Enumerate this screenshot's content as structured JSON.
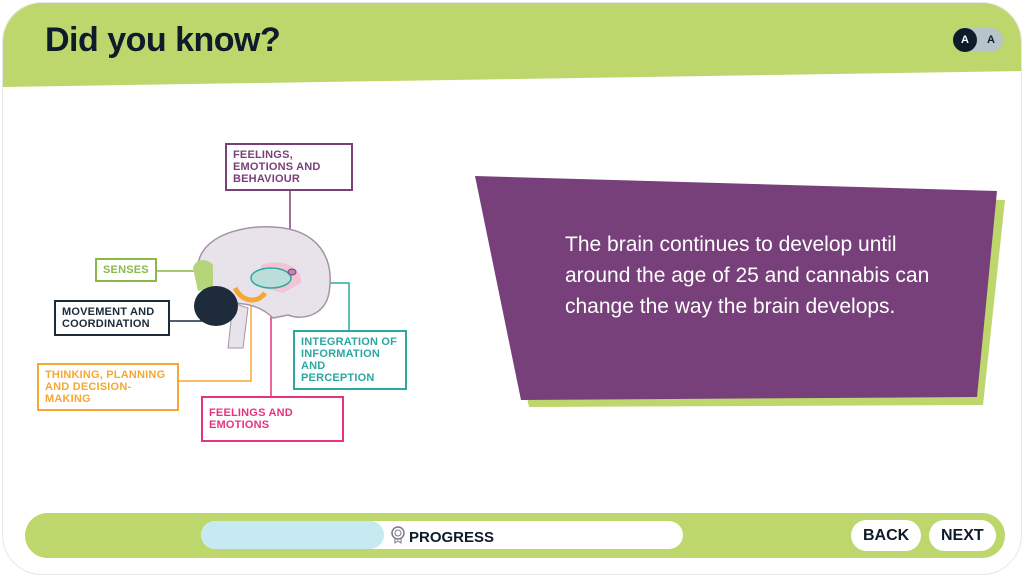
{
  "header": {
    "title": "Did you know?",
    "text_size_toggle": {
      "large": "A",
      "small": "A"
    }
  },
  "diagram": {
    "labels": {
      "feelings_behaviour": "FEELINGS, EMOTIONS AND BEHAVIOUR",
      "senses": "SENSES",
      "movement": "MOVEMENT AND COORDINATION",
      "thinking": "THINKING, PLANNING AND DECISION-MAKING",
      "feelings_emotions": "FEELINGS AND EMOTIONS",
      "integration": "INTEGRATION OF INFORMATION AND PERCEPTION"
    },
    "colors": {
      "purple": "#7a3f79",
      "green": "#8cb84a",
      "navy": "#1d2b3a",
      "orange": "#f5a733",
      "pink": "#e5347f",
      "teal": "#2aa8a0"
    }
  },
  "fact": {
    "text": "The brain continues to develop until around the age of 25 and cannabis can change the way the brain develops.",
    "bg": "#77407a",
    "shadow": "#bdd76d"
  },
  "footer": {
    "progress_label": "PROGRESS",
    "progress_percent": 38,
    "back": "BACK",
    "next": "NEXT"
  },
  "theme": {
    "accent": "#bdd76d",
    "dark": "#0d1b2a"
  }
}
